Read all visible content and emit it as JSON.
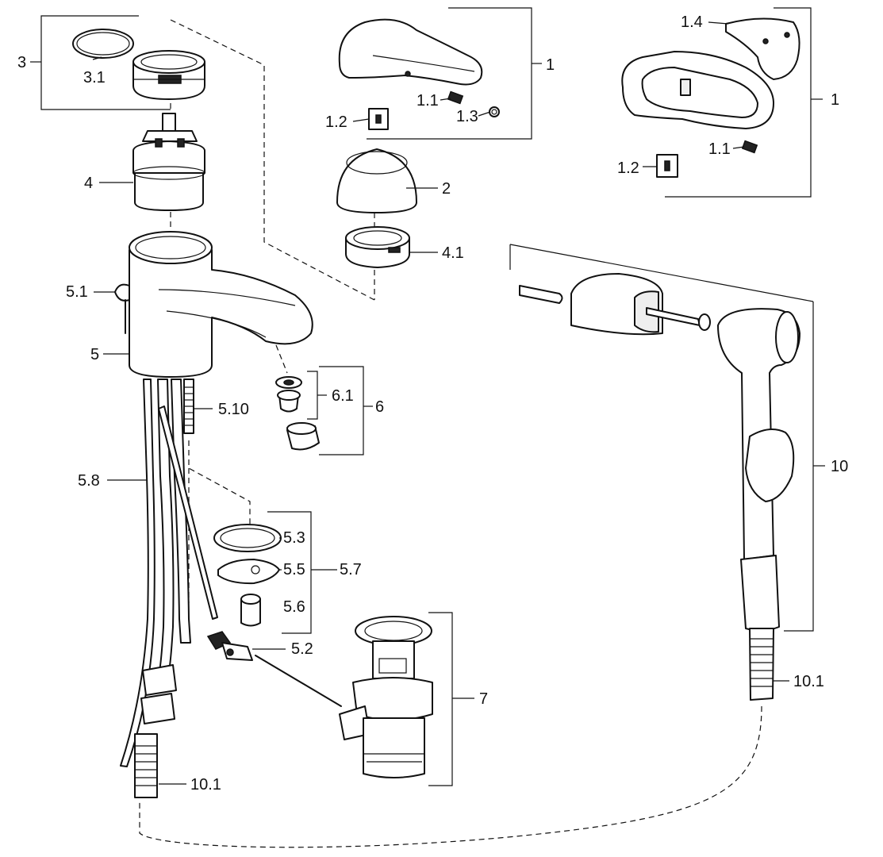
{
  "callouts": {
    "c_1_top": "1",
    "c_1_1_top": "1.1",
    "c_1_2_top": "1.2",
    "c_1_3": "1.3",
    "c_1_4": "1.4",
    "c_1_right": "1",
    "c_1_1_right": "1.1",
    "c_1_2_right": "1.2",
    "c_2": "2",
    "c_3": "3",
    "c_3_1": "3.1",
    "c_4": "4",
    "c_4_1": "4.1",
    "c_5": "5",
    "c_5_1": "5.1",
    "c_5_10": "5.10",
    "c_5_8": "5.8",
    "c_5_3": "5.3",
    "c_5_5": "5.5",
    "c_5_6": "5.6",
    "c_5_7": "5.7",
    "c_5_2": "5.2",
    "c_6": "6",
    "c_6_1": "6.1",
    "c_7": "7",
    "c_10": "10",
    "c_10_1_left": "10.1",
    "c_10_1_right": "10.1"
  }
}
